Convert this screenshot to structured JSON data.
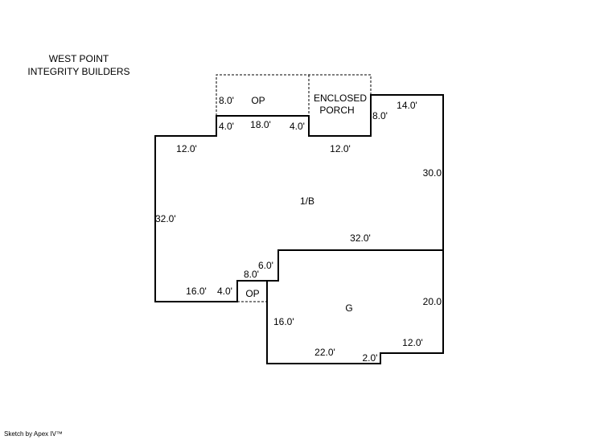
{
  "company": {
    "line1": "WEST POINT",
    "line2": "INTEGRITY BUILDERS"
  },
  "credit": "Sketch by Apex IV™",
  "areas": {
    "main": "1/B",
    "garage": "G",
    "open_porch_top": "OP",
    "enclosed_porch_1": "ENCLOSED",
    "enclosed_porch_2": "PORCH",
    "open_porch_bottom": "OP"
  },
  "dimensions": {
    "op_depth": "8.0'",
    "op_left": "4.0'",
    "op_width": "18.0'",
    "op_right": "4.0'",
    "porch_depth": "8.0'",
    "porch_top": "14.0'",
    "left_top": "12.0'",
    "porch_bottom": "12.0'",
    "right_main": "30.0",
    "left_main": "32.0'",
    "main_bottom": "32.0'",
    "step_6": "6.0'",
    "step_8": "8.0'",
    "left_bottom": "16.0'",
    "op2_side": "4.0'",
    "garage_right": "20.0",
    "garage_left": "16.0'",
    "garage_bottom": "22.0'",
    "garage_step": "2.0'",
    "garage_bottom_right": "12.0'"
  }
}
